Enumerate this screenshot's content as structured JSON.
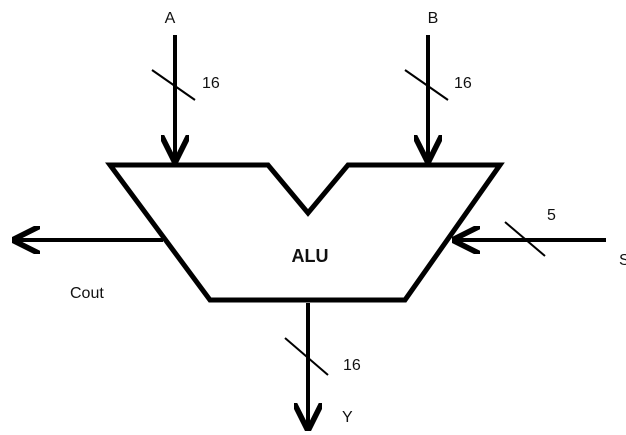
{
  "block": {
    "label": "ALU"
  },
  "inputs": {
    "a": {
      "name": "A",
      "width": "16"
    },
    "b": {
      "name": "B",
      "width": "16"
    },
    "control": {
      "name": "S",
      "width": "5"
    }
  },
  "outputs": {
    "y": {
      "name": "Y",
      "width": "16"
    },
    "cout": {
      "name": "Cout"
    }
  },
  "colors": {
    "stroke": "#000000",
    "text": "#111111",
    "background": "#ffffff"
  }
}
